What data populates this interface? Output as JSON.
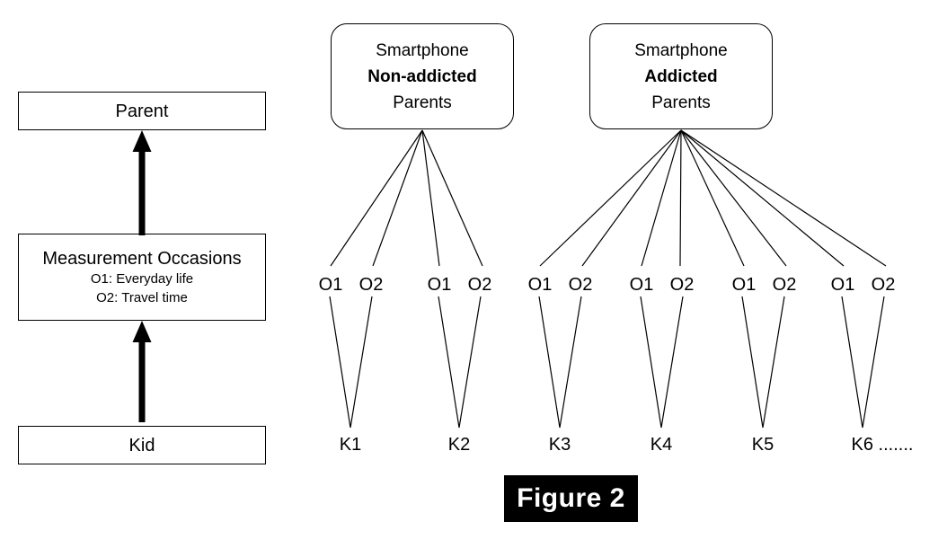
{
  "figure": {
    "badge_label": "Figure 2",
    "badge_bg": "#000000",
    "badge_fg": "#ffffff",
    "stroke_color": "#000000",
    "background": "#ffffff"
  },
  "legend_panel": {
    "parent_box": {
      "title": "Parent"
    },
    "occasions_box": {
      "title": "Measurement Occasions",
      "sub1": "O1: Everyday life",
      "sub2": "O2: Travel time"
    },
    "kid_box": {
      "title": "Kid"
    },
    "arrows": [
      {
        "name": "kid-to-occasions",
        "direction": "up"
      },
      {
        "name": "occasions-to-parent",
        "direction": "up"
      }
    ]
  },
  "tree": {
    "groups": [
      {
        "id": "non-addicted",
        "line1": "Smartphone",
        "line2": "Non-addicted",
        "line3": "Parents",
        "kids": [
          {
            "label": "K1",
            "occasions": [
              "O1",
              "O2"
            ]
          },
          {
            "label": "K2",
            "occasions": [
              "O1",
              "O2"
            ]
          }
        ]
      },
      {
        "id": "addicted",
        "line1": "Smartphone",
        "line2": "Addicted",
        "line3": "Parents",
        "kids": [
          {
            "label": "K3",
            "occasions": [
              "O1",
              "O2"
            ]
          },
          {
            "label": "K4",
            "occasions": [
              "O1",
              "O2"
            ]
          },
          {
            "label": "K5",
            "occasions": [
              "O1",
              "O2"
            ]
          },
          {
            "label": "K6 .......",
            "occasions": [
              "O1",
              "O2"
            ]
          }
        ]
      }
    ]
  }
}
